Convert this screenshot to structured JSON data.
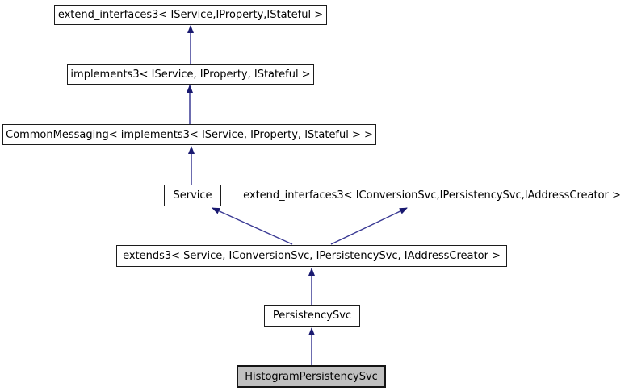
{
  "diagram": {
    "type": "class-inheritance-graph",
    "title": "HistogramPersistencySvc inheritance diagram",
    "nodes": [
      {
        "id": "extend_interfaces3_iservice",
        "label": "extend_interfaces3< IService,IProperty,IStateful >",
        "highlighted": false
      },
      {
        "id": "implements3",
        "label": "implements3< IService, IProperty, IStateful >",
        "highlighted": false
      },
      {
        "id": "common_messaging",
        "label": "CommonMessaging< implements3< IService, IProperty, IStateful > >",
        "highlighted": false
      },
      {
        "id": "service",
        "label": "Service",
        "highlighted": false
      },
      {
        "id": "extend_interfaces3_iconversion",
        "label": "extend_interfaces3< IConversionSvc,IPersistencySvc,IAddressCreator >",
        "highlighted": false
      },
      {
        "id": "extends3",
        "label": "extends3< Service, IConversionSvc, IPersistencySvc, IAddressCreator >",
        "highlighted": false
      },
      {
        "id": "persistency_svc",
        "label": "PersistencySvc",
        "highlighted": false
      },
      {
        "id": "histogram_persistency_svc",
        "label": "HistogramPersistencySvc",
        "highlighted": true
      }
    ],
    "edges": [
      {
        "from": "implements3",
        "to": "extend_interfaces3_iservice"
      },
      {
        "from": "common_messaging",
        "to": "implements3"
      },
      {
        "from": "service",
        "to": "common_messaging"
      },
      {
        "from": "extends3",
        "to": "service"
      },
      {
        "from": "extends3",
        "to": "extend_interfaces3_iconversion"
      },
      {
        "from": "persistency_svc",
        "to": "extends3"
      },
      {
        "from": "histogram_persistency_svc",
        "to": "persistency_svc"
      }
    ],
    "colors": {
      "arrow_shaft": "#3a3a94",
      "arrow_head": "#191970",
      "node_border": "#1c1c1c",
      "highlight_fill": "#c0c0c0",
      "background": "#ffffff",
      "text": "#000000"
    }
  }
}
